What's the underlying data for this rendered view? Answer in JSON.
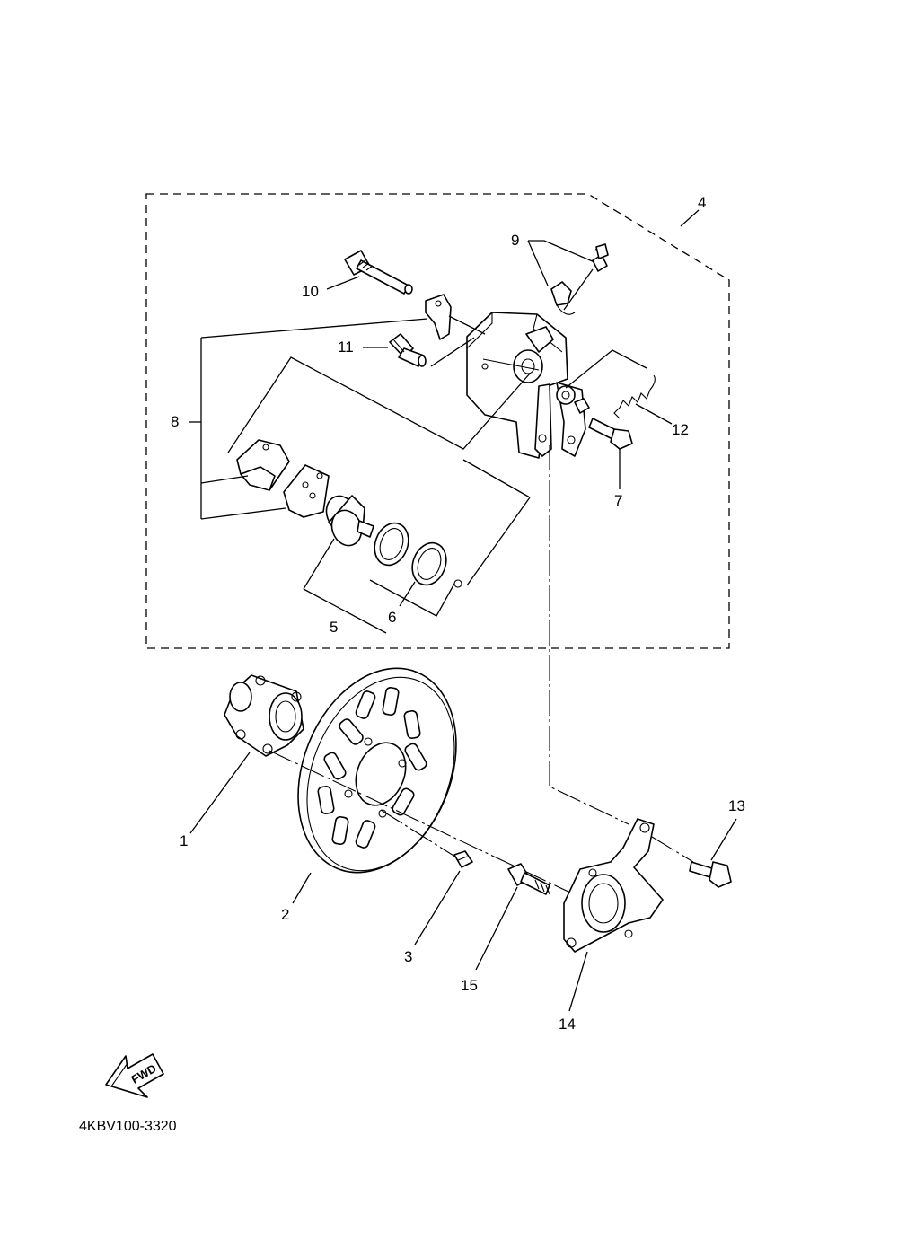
{
  "diagram": {
    "drawing_code": "4KBV100-3320",
    "fwd_label": "FWD",
    "callouts": [
      {
        "id": "c1",
        "text": "1"
      },
      {
        "id": "c2",
        "text": "2"
      },
      {
        "id": "c3",
        "text": "3"
      },
      {
        "id": "c4",
        "text": "4"
      },
      {
        "id": "c5",
        "text": "5"
      },
      {
        "id": "c6",
        "text": "6"
      },
      {
        "id": "c7",
        "text": "7"
      },
      {
        "id": "c8",
        "text": "8"
      },
      {
        "id": "c9",
        "text": "9"
      },
      {
        "id": "c10",
        "text": "10"
      },
      {
        "id": "c11",
        "text": "11"
      },
      {
        "id": "c12",
        "text": "12"
      },
      {
        "id": "c13",
        "text": "13"
      },
      {
        "id": "c14",
        "text": "14"
      },
      {
        "id": "c15",
        "text": "15"
      }
    ]
  }
}
